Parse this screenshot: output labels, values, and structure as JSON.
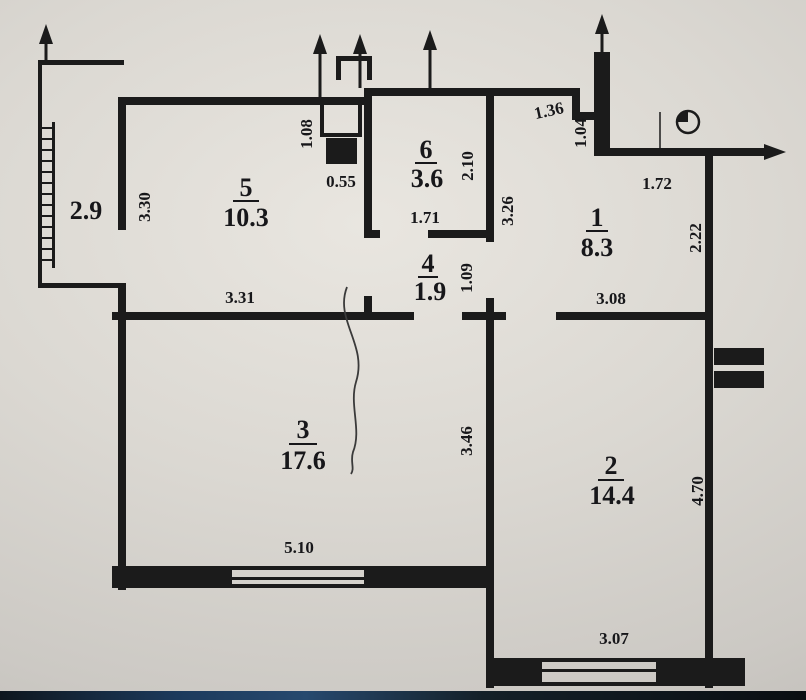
{
  "document": {
    "type": "apartment floor plan"
  },
  "balcony": {
    "area": "2.9"
  },
  "rooms": [
    {
      "num": "1",
      "area": "8.3"
    },
    {
      "num": "2",
      "area": "14.4"
    },
    {
      "num": "3",
      "area": "17.6"
    },
    {
      "num": "4",
      "area": "1.9"
    },
    {
      "num": "5",
      "area": "10.3"
    },
    {
      "num": "6",
      "area": "3.6"
    }
  ],
  "dims": {
    "room5_depth": "3.30",
    "room5_width": "3.31",
    "shaft_height": "1.08",
    "shaft_width": "0.55",
    "room6_depth": "2.10",
    "room6_width": "1.71",
    "room1_wall_left": "3.26",
    "niche_width": "1.36",
    "niche_depth": "1.04",
    "entry_width": "1.72",
    "room1_depth_right": "2.22",
    "hall_depth": "1.09",
    "room1_width": "3.08",
    "room3_depth": "3.46",
    "room3_width": "5.10",
    "room2_depth": "4.70",
    "room2_width": "3.07"
  },
  "colors": {
    "ink": "#1b1b1b",
    "paper": "#dbd8d2"
  }
}
